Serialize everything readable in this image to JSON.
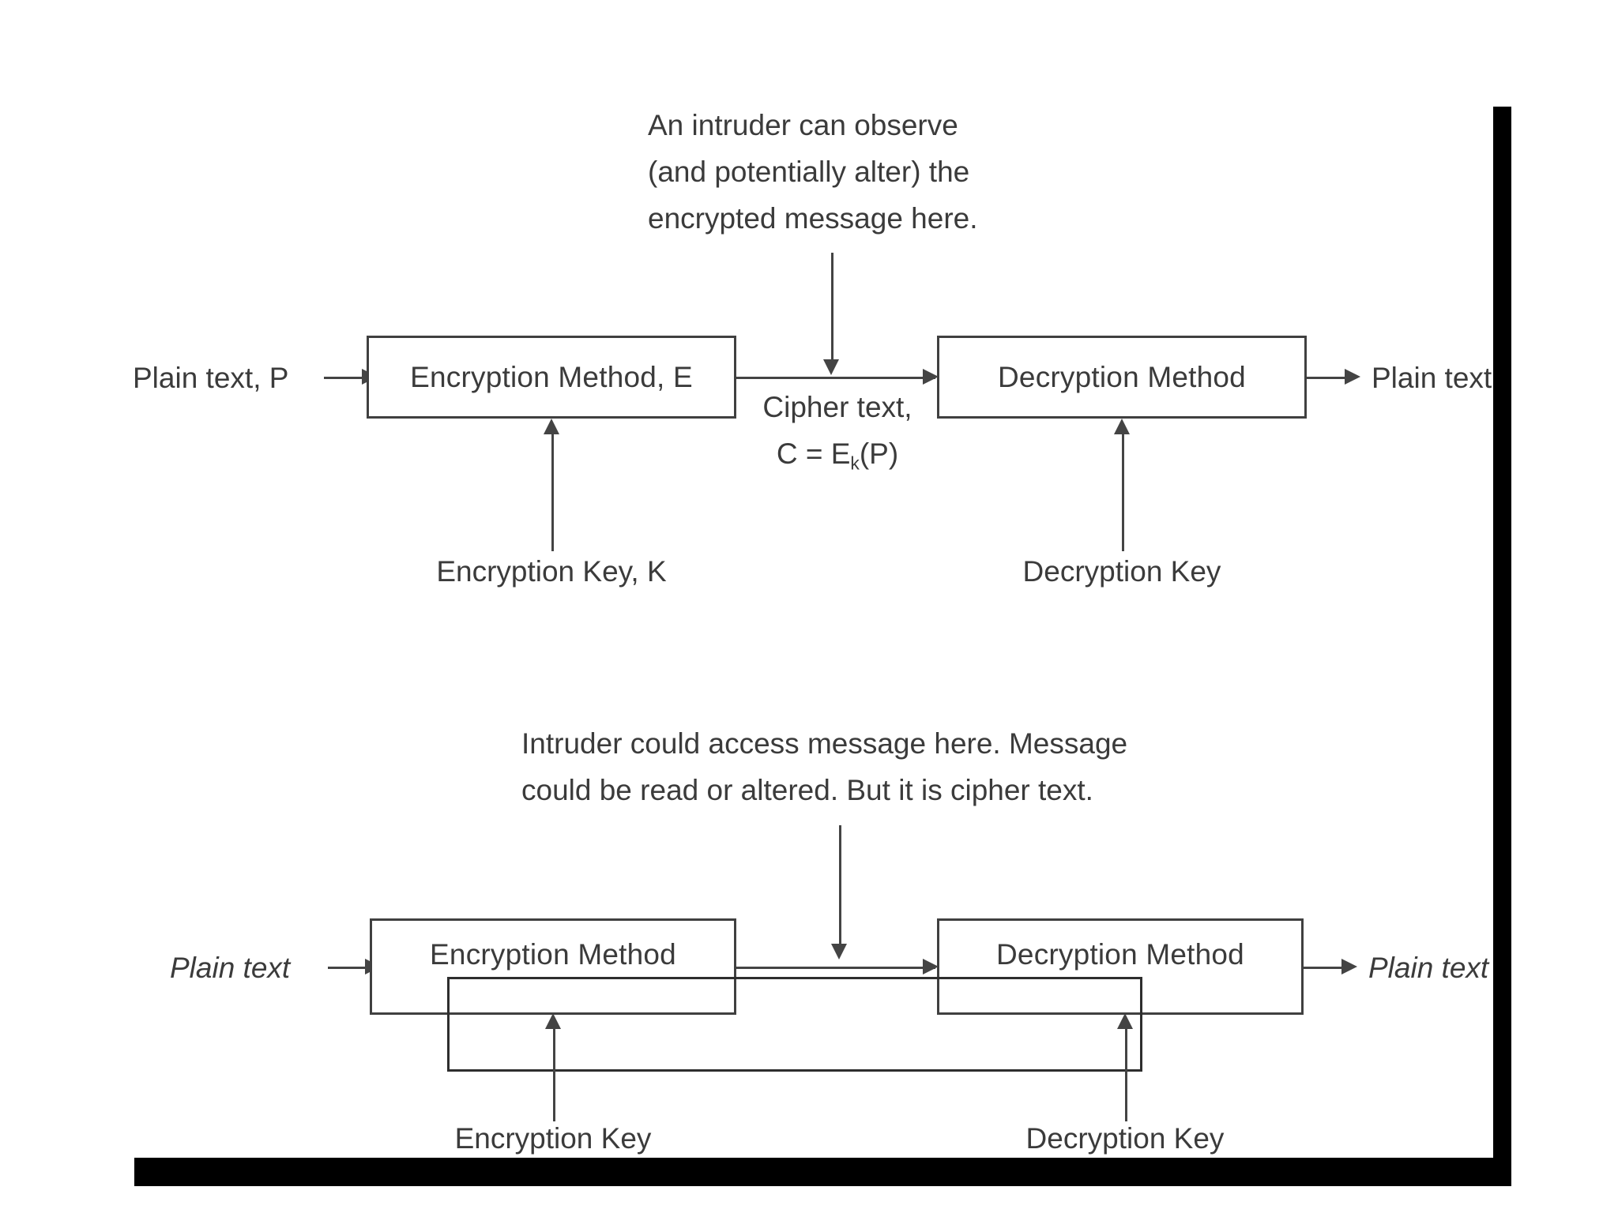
{
  "figure": {
    "title": "Encryption and decryption block diagrams",
    "ink_color": "#3b3b3b",
    "line_color": "#444444",
    "background": "#ffffff",
    "edge_bar_color": "#000000"
  },
  "diagram_top": {
    "name": "symmetric-key-encryption-with-named-key",
    "annotation": {
      "line1": "An intruder can observe",
      "line2": "(and potentially alter) the",
      "line3": "encrypted message here."
    },
    "input_label": "Plain text, P",
    "encryption_box": "Encryption Method, E",
    "channel_label": {
      "line1": "Cipher text,",
      "line2_prefix": "C = E",
      "line2_sub": "k",
      "line2_suffix": "(P)"
    },
    "decryption_box": "Decryption Method",
    "output_label": "Plain text",
    "encryption_key_label": "Encryption Key, K",
    "decryption_key_label": "Decryption Key"
  },
  "diagram_bottom": {
    "name": "symmetric-key-encryption-shared-key",
    "annotation": {
      "line1": "Intruder could access message here. Message",
      "line2": "could be read or altered. But it is cipher text."
    },
    "input_label": "Plain text",
    "encryption_box": "Encryption Method",
    "decryption_box": "Decryption Method",
    "output_label": "Plain text",
    "encryption_key_label": "Encryption Key",
    "decryption_key_label": "Decryption Key"
  }
}
